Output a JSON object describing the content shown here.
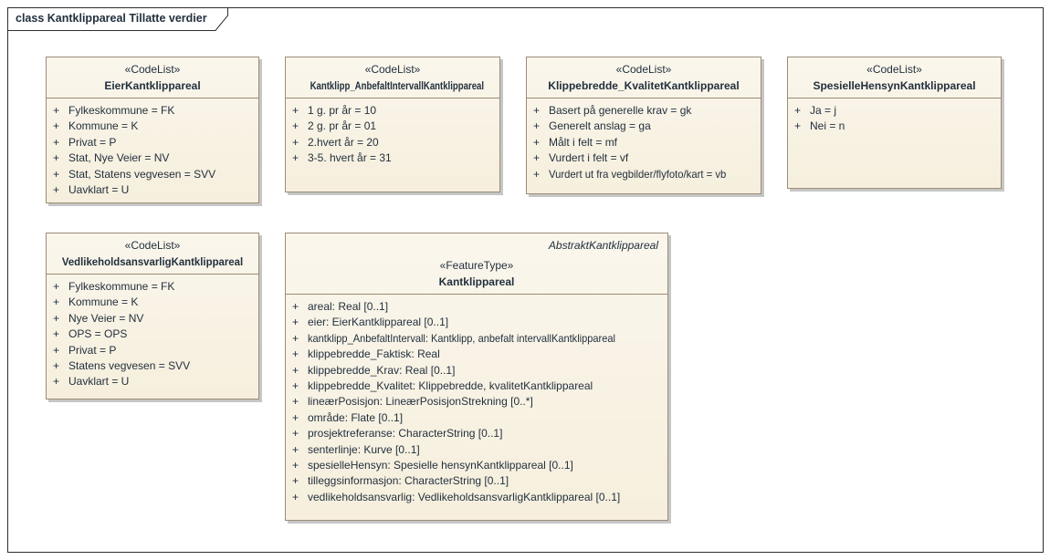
{
  "frame": {
    "title": "class Kantklippareal Tillatte verdier"
  },
  "visibility_symbol": "+",
  "colors": {
    "box_fill": "#f6efdd",
    "box_border": "#9c8c76",
    "shadow": "#c6c6c6",
    "text": "#22303e"
  },
  "classes": [
    {
      "stereotype": "«CodeList»",
      "name": "EierKantklippareal",
      "attributes": [
        "Fylkeskommune = FK",
        "Kommune = K",
        "Privat = P",
        "Stat, Nye Veier = NV",
        "Stat, Statens vegvesen = SVV",
        "Uavklart = U"
      ]
    },
    {
      "stereotype": "«CodeList»",
      "name": "Kantklipp_AnbefaltIntervallKantklippareal",
      "attributes": [
        "1 g. pr år = 10",
        "2 g. pr år = 01",
        "2.hvert år = 20",
        "3-5. hvert år = 31"
      ]
    },
    {
      "stereotype": "«CodeList»",
      "name": "Klippebredde_KvalitetKantklippareal",
      "attributes": [
        "Basert på generelle krav = gk",
        "Generelt anslag = ga",
        "Målt i felt = mf",
        "Vurdert i felt = vf",
        "Vurdert ut fra vegbilder/flyfoto/kart = vb"
      ]
    },
    {
      "stereotype": "«CodeList»",
      "name": "SpesielleHensynKantklippareal",
      "attributes": [
        "Ja = j",
        "Nei = n"
      ]
    },
    {
      "stereotype": "«CodeList»",
      "name": "VedlikeholdsansvarligKantklippareal",
      "attributes": [
        "Fylkeskommune = FK",
        "Kommune = K",
        "Nye Veier = NV",
        "OPS = OPS",
        "Privat = P",
        "Statens vegvesen = SVV",
        "Uavklart = U"
      ]
    },
    {
      "abstract_label": "AbstraktKantklippareal",
      "stereotype": "«FeatureType»",
      "name": "Kantklippareal",
      "attributes": [
        "areal: Real [0..1]",
        "eier: EierKantklippareal [0..1]",
        "kantklipp_AnbefaltIntervall: Kantklipp, anbefalt intervallKantklippareal",
        "klippebredde_Faktisk: Real",
        "klippebredde_Krav: Real [0..1]",
        "klippebredde_Kvalitet: Klippebredde, kvalitetKantklippareal",
        "lineærPosisjon: LineærPosisjonStrekning [0..*]",
        "område: Flate [0..1]",
        "prosjektreferanse: CharacterString [0..1]",
        "senterlinje: Kurve [0..1]",
        "spesielleHensyn: Spesielle hensynKantklippareal [0..1]",
        "tilleggsinformasjon: CharacterString [0..1]",
        "vedlikeholdsansvarlig: VedlikeholdsansvarligKantklippareal [0..1]"
      ]
    }
  ]
}
